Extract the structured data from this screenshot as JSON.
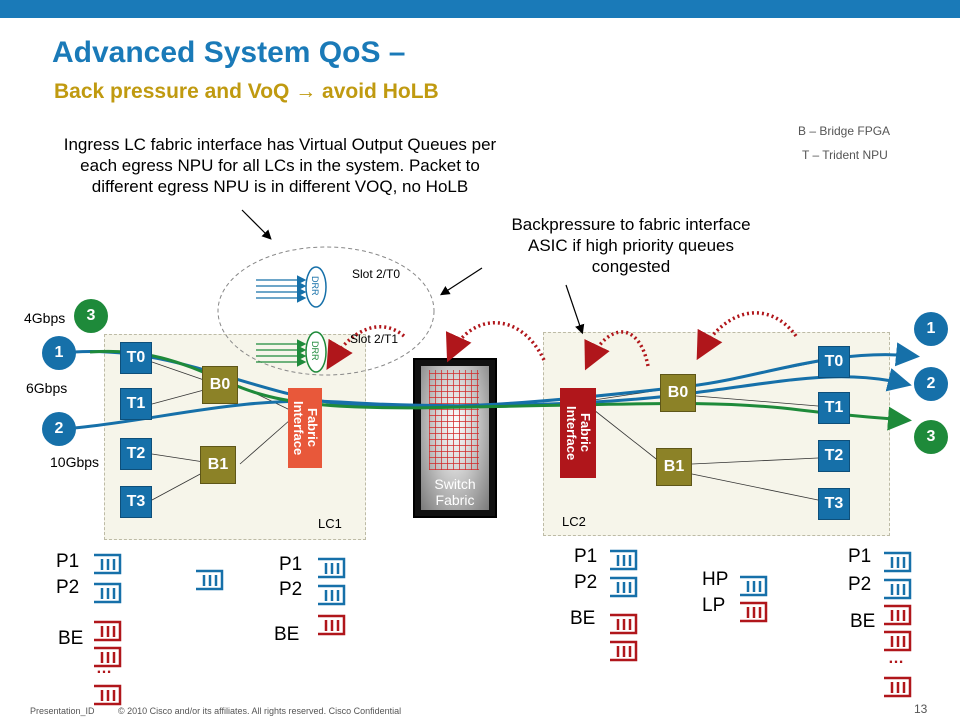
{
  "title": "Advanced System QoS  –",
  "subtitle": "Back pressure and VoQ → avoid HoLB",
  "legend": [
    "B – Bridge FPGA",
    "T – Trident NPU"
  ],
  "note_voq": "Ingress LC fabric interface has Virtual Output Queues per each egress NPU for all LCs in the system. Packet to different egress NPU is in different VOQ, no HoLB",
  "note_backpressure": "Backpressure to fabric interface ASIC if high priority queues congested",
  "slot_labels": [
    "Slot 2/T0",
    "Slot 2/T1"
  ],
  "drr_label": "DRR",
  "rates": [
    "4Gbps",
    "6Gbps",
    "10Gbps"
  ],
  "flows": [
    "1",
    "2",
    "3"
  ],
  "lc1": {
    "label": "LC1",
    "npus": [
      "T0",
      "T1",
      "T2",
      "T3"
    ],
    "bridges": [
      "B0",
      "B1"
    ],
    "fabric": "Fabric Interface"
  },
  "lc2": {
    "label": "LC2",
    "npus": [
      "T0",
      "T1",
      "T2",
      "T3"
    ],
    "bridges": [
      "B0",
      "B1"
    ],
    "fabric": "Fabric Interface"
  },
  "switch_fabric": "Switch Fabric",
  "queue_labels": {
    "p1": "P1",
    "p2": "P2",
    "be": "BE",
    "hp": "HP",
    "lp": "LP",
    "dots": "…"
  },
  "colors": {
    "accent": "#1a7ab8",
    "subtitle": "#c09a10",
    "npu": "#1670a9",
    "bridge": "#8c8227",
    "fabric_lc1": "#e8583a",
    "fabric_lc2": "#b0161b",
    "flow_green": "#1e8a3a",
    "backpressure": "#b0161b"
  },
  "footer": {
    "presentation": "Presentation_ID",
    "copyright": "© 2010 Cisco and/or its affiliates. All rights reserved.   Cisco Confidential",
    "page": "13"
  }
}
